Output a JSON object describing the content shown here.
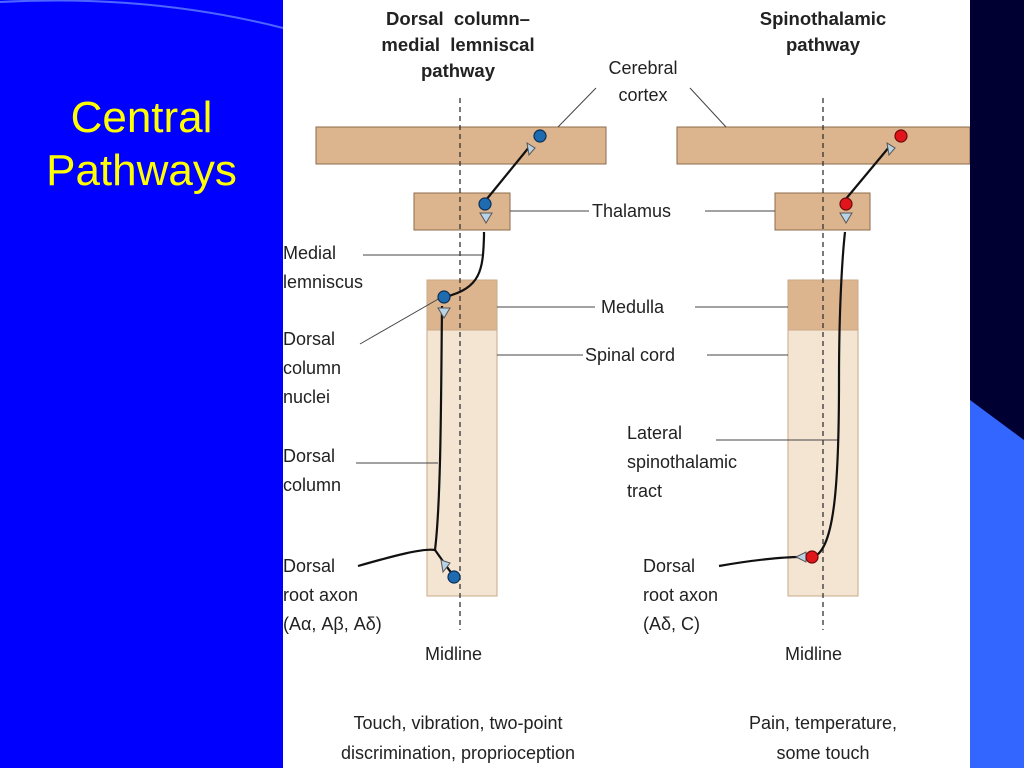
{
  "slide": {
    "title_line1": "Central",
    "title_line2": "Pathways",
    "colors": {
      "background": "#0000ff",
      "title": "#ffff00",
      "accent_dark": "#000033",
      "accent_light": "#3366ff"
    }
  },
  "diagram": {
    "left_heading": [
      "Dorsal  column–",
      "medial  lemniscal",
      "pathway"
    ],
    "right_heading": [
      "Spinothalamic",
      "pathway"
    ],
    "labels": {
      "cerebral_cortex": [
        "Cerebral",
        "cortex"
      ],
      "thalamus": "Thalamus",
      "medulla": "Medulla",
      "spinal_cord": "Spinal cord",
      "medial_lemniscus": [
        "Medial",
        "lemniscus"
      ],
      "dorsal_column_nuclei": [
        "Dorsal",
        "column",
        "nuclei"
      ],
      "dorsal_column": [
        "Dorsal",
        "column"
      ],
      "left_dorsal_root_axon": [
        "Dorsal",
        "root axon",
        "(Aα, Aβ, Aδ)"
      ],
      "lateral_spinothalamic_tract": [
        "Lateral",
        "spinothalamic",
        "tract"
      ],
      "right_dorsal_root_axon": [
        "Dorsal",
        "root axon",
        "(Aδ, C)"
      ],
      "left_midline": "Midline",
      "right_midline": "Midline"
    },
    "left_caption": [
      "Touch, vibration, two-point",
      "discrimination, proprioception"
    ],
    "right_caption": [
      "Pain, temperature,",
      "some touch"
    ],
    "colors": {
      "structure_fill": "#dcb58f",
      "cord_fill": "#f4e5d3",
      "left_neuron": "#1f6bb0",
      "right_neuron": "#e0161b",
      "terminal": "#b9d3e6"
    }
  }
}
